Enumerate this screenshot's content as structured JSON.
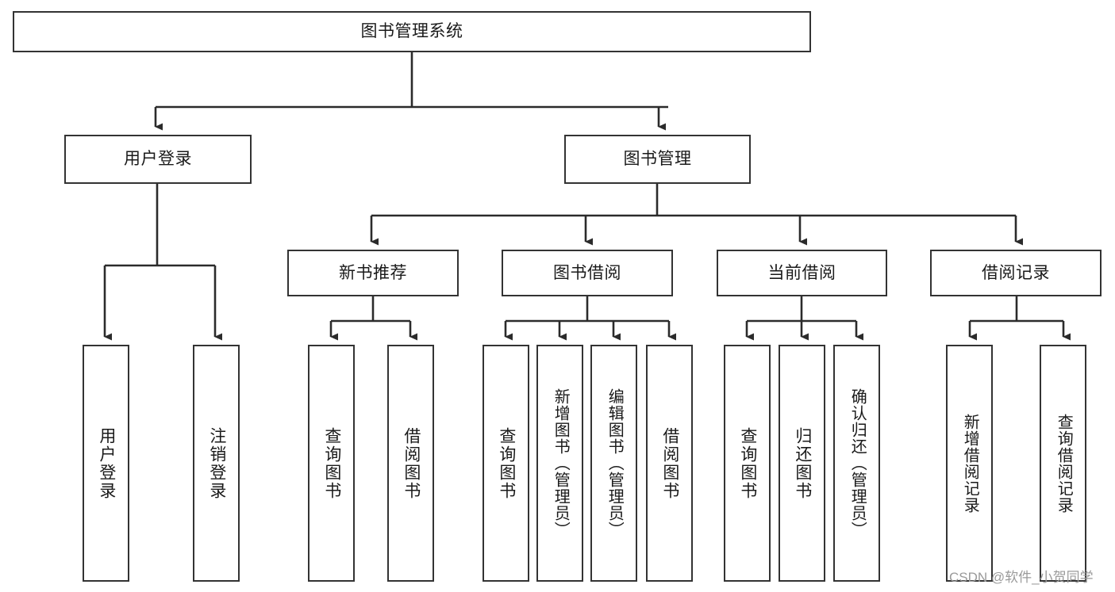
{
  "diagram": {
    "type": "tree-hierarchy-diagram",
    "title": "图书管理系统",
    "orientation": "top-down",
    "box_fill": "#ffffff",
    "box_stroke": "#333333",
    "text_color": "#1a1a1a",
    "background": "#ffffff"
  },
  "root": {
    "label": "图书管理系统"
  },
  "level2": [
    {
      "label": "用户登录"
    },
    {
      "label": "图书管理"
    }
  ],
  "level3": [
    {
      "label": "新书推荐"
    },
    {
      "label": "图书借阅"
    },
    {
      "label": "当前借阅"
    },
    {
      "label": "借阅记录"
    }
  ],
  "leaves": {
    "user_login": [
      {
        "label": "用户登录"
      },
      {
        "label": "注销登录"
      }
    ],
    "new_book": [
      {
        "label": "查询图书"
      },
      {
        "label": "借阅图书"
      }
    ],
    "book_borrow": [
      {
        "label": "查询图书"
      },
      {
        "label": "新增图书（管理员）"
      },
      {
        "label": "编辑图书（管理员）"
      },
      {
        "label": "借阅图书"
      }
    ],
    "current_borrow": [
      {
        "label": "查询图书"
      },
      {
        "label": "归还图书"
      },
      {
        "label": "确认归还（管理员）"
      }
    ],
    "borrow_record": [
      {
        "label": "新增借阅记录"
      },
      {
        "label": "查询借阅记录"
      }
    ]
  },
  "watermark": {
    "text": "CSDN @软件_小贺同学"
  }
}
